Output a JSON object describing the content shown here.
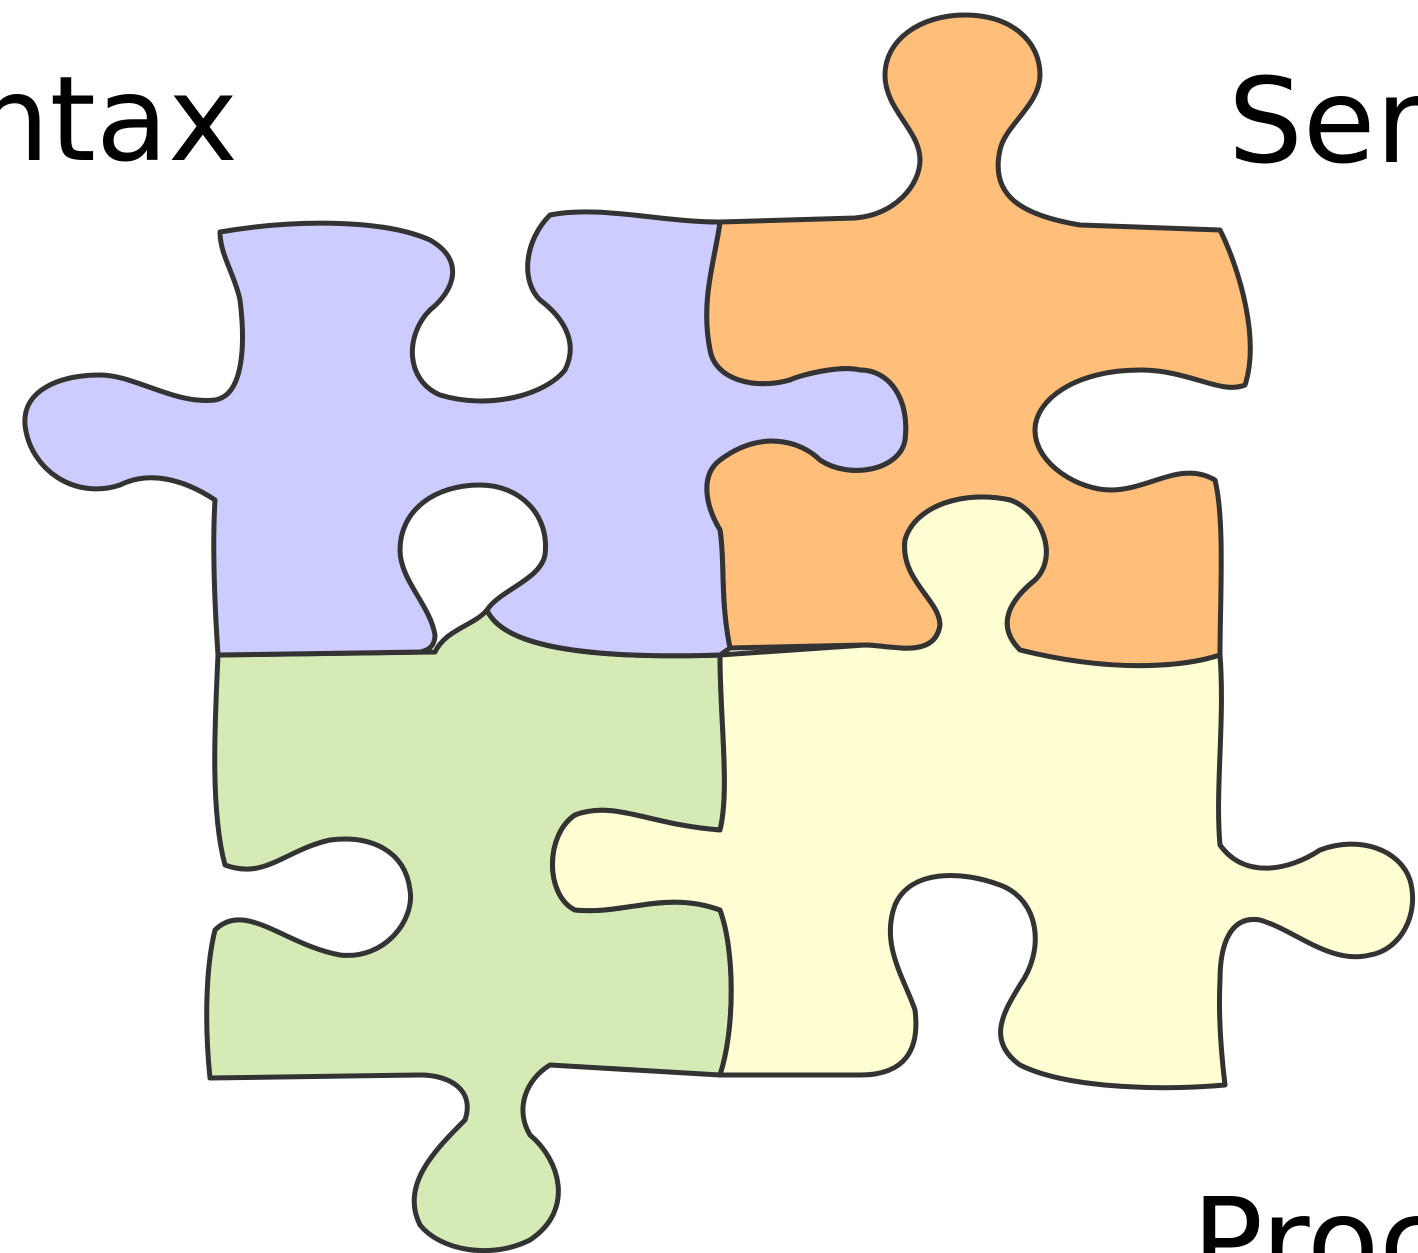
{
  "labels": {
    "top_left": "ntax",
    "top_right": "Ser",
    "bottom_right": "Proc"
  },
  "pieces": {
    "top_left": {
      "fill": "#CCCCFF"
    },
    "top_right": {
      "fill": "#FFBE7A"
    },
    "bottom_left": {
      "fill": "#D6EAB6"
    },
    "bottom_right": {
      "fill": "#FFFDD2"
    }
  },
  "outline_color": "#333333"
}
